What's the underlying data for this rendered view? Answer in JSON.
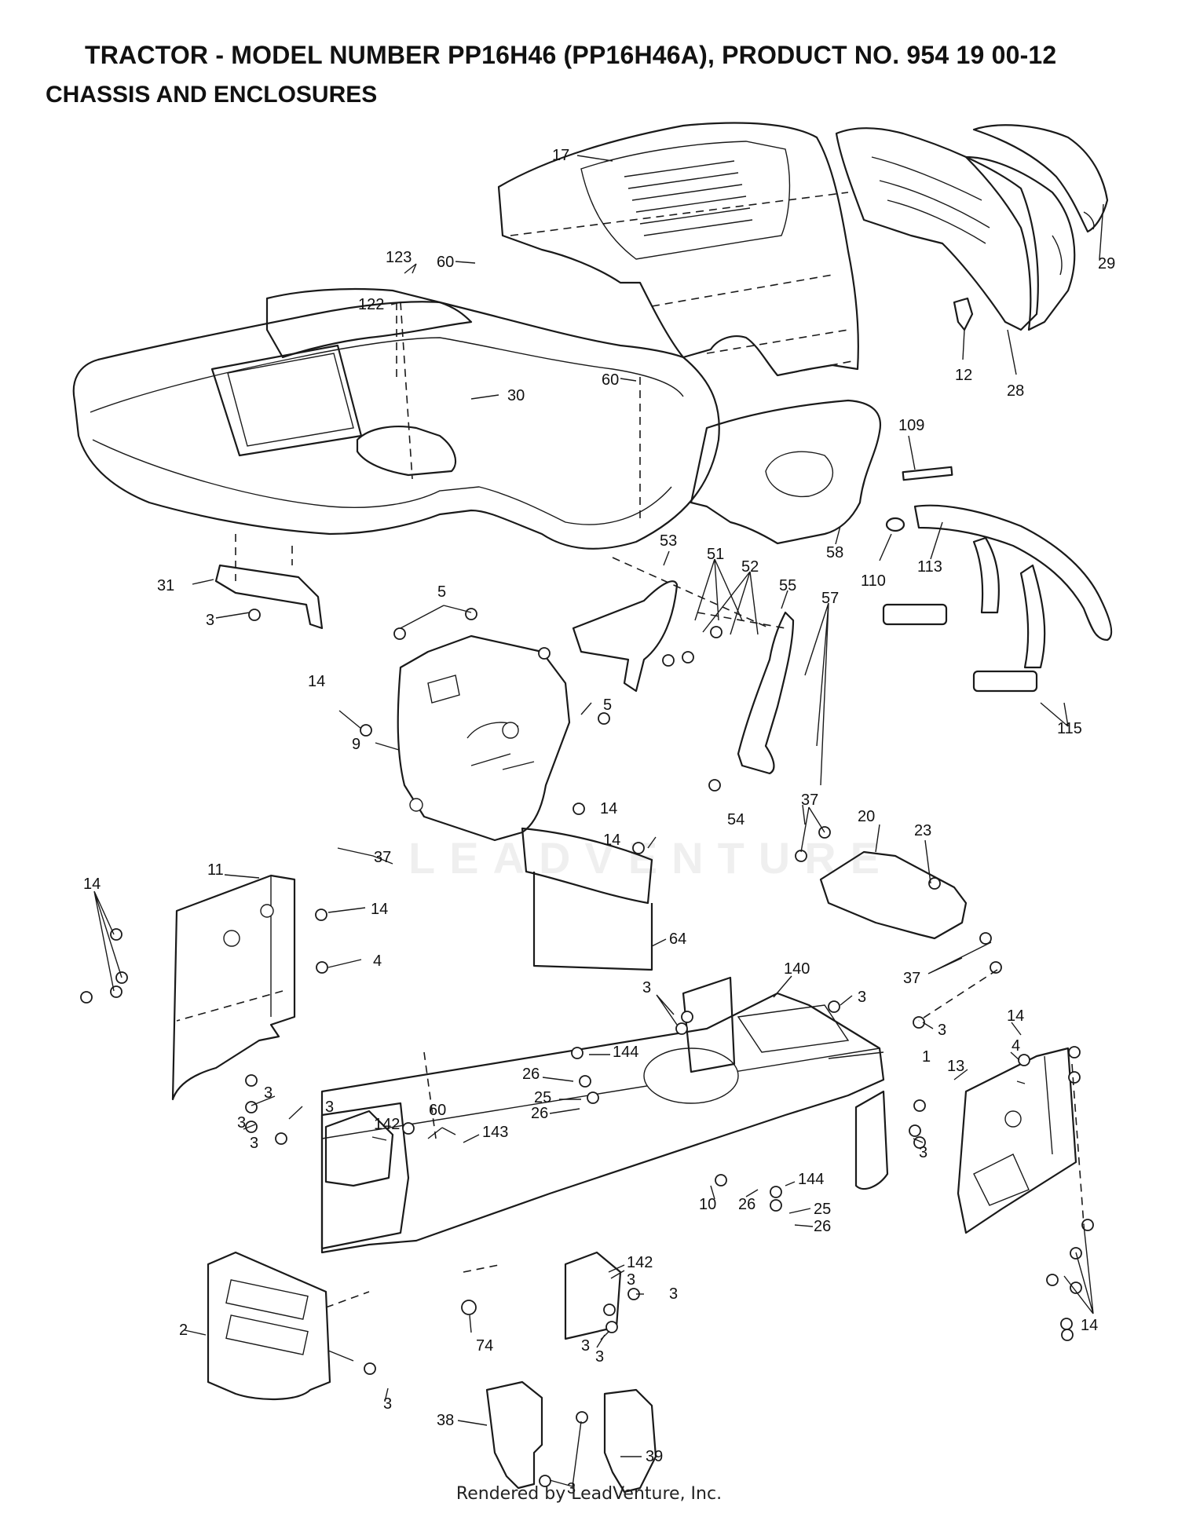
{
  "header": {
    "title": "TRACTOR - MODEL NUMBER PP16H46 (PP16H46A), PRODUCT NO. 954 19 00-12",
    "subtitle": "CHASSIS AND ENCLOSURES"
  },
  "footer": {
    "credit": "Rendered by LeadVenture, Inc."
  },
  "watermark": {
    "text": "LEADVENTURE"
  },
  "callouts": [
    {
      "id": "c17",
      "label": "17"
    },
    {
      "id": "c29",
      "label": "29"
    },
    {
      "id": "c123",
      "label": "123"
    },
    {
      "id": "c60a",
      "label": "60"
    },
    {
      "id": "c122",
      "label": "122"
    },
    {
      "id": "c12",
      "label": "12"
    },
    {
      "id": "c28",
      "label": "28"
    },
    {
      "id": "c60b",
      "label": "60"
    },
    {
      "id": "c30",
      "label": "30"
    },
    {
      "id": "c109",
      "label": "109"
    },
    {
      "id": "c53",
      "label": "53"
    },
    {
      "id": "c51",
      "label": "51"
    },
    {
      "id": "c52",
      "label": "52"
    },
    {
      "id": "c55",
      "label": "55"
    },
    {
      "id": "c57",
      "label": "57"
    },
    {
      "id": "c58",
      "label": "58"
    },
    {
      "id": "c110",
      "label": "110"
    },
    {
      "id": "c113",
      "label": "113"
    },
    {
      "id": "c31",
      "label": "31"
    },
    {
      "id": "c5a",
      "label": "5"
    },
    {
      "id": "c3a",
      "label": "3"
    },
    {
      "id": "c14a",
      "label": "14"
    },
    {
      "id": "c5b",
      "label": "5"
    },
    {
      "id": "c9",
      "label": "9"
    },
    {
      "id": "c115",
      "label": "115"
    },
    {
      "id": "c54",
      "label": "54"
    },
    {
      "id": "c14b",
      "label": "14"
    },
    {
      "id": "c37a",
      "label": "37"
    },
    {
      "id": "c20",
      "label": "20"
    },
    {
      "id": "c23",
      "label": "23"
    },
    {
      "id": "c14c",
      "label": "14"
    },
    {
      "id": "c37b",
      "label": "37"
    },
    {
      "id": "c11",
      "label": "11"
    },
    {
      "id": "c14d",
      "label": "14"
    },
    {
      "id": "c14e",
      "label": "14"
    },
    {
      "id": "c4a",
      "label": "4"
    },
    {
      "id": "c64",
      "label": "64"
    },
    {
      "id": "c3b",
      "label": "3"
    },
    {
      "id": "c140",
      "label": "140"
    },
    {
      "id": "c3c",
      "label": "3"
    },
    {
      "id": "c37c",
      "label": "37"
    },
    {
      "id": "c14f",
      "label": "14"
    },
    {
      "id": "c3d",
      "label": "3"
    },
    {
      "id": "c4b",
      "label": "4"
    },
    {
      "id": "c144a",
      "label": "144"
    },
    {
      "id": "c26a",
      "label": "26"
    },
    {
      "id": "c1",
      "label": "1"
    },
    {
      "id": "c13",
      "label": "13"
    },
    {
      "id": "c25a",
      "label": "25"
    },
    {
      "id": "c26b",
      "label": "26"
    },
    {
      "id": "c3e",
      "label": "3"
    },
    {
      "id": "c3f",
      "label": "3"
    },
    {
      "id": "c60c",
      "label": "60"
    },
    {
      "id": "c142a",
      "label": "142"
    },
    {
      "id": "c3g",
      "label": "3"
    },
    {
      "id": "c3h",
      "label": "3"
    },
    {
      "id": "c143",
      "label": "143"
    },
    {
      "id": "c3i",
      "label": "3"
    },
    {
      "id": "c144b",
      "label": "144"
    },
    {
      "id": "c10",
      "label": "10"
    },
    {
      "id": "c26c",
      "label": "26"
    },
    {
      "id": "c25b",
      "label": "25"
    },
    {
      "id": "c26d",
      "label": "26"
    },
    {
      "id": "c142b",
      "label": "142"
    },
    {
      "id": "c3j",
      "label": "3"
    },
    {
      "id": "c2",
      "label": "2"
    },
    {
      "id": "c3k",
      "label": "3"
    },
    {
      "id": "c3l",
      "label": "3"
    },
    {
      "id": "c3m",
      "label": "3"
    },
    {
      "id": "c74",
      "label": "74"
    },
    {
      "id": "c14g",
      "label": "14"
    },
    {
      "id": "c3n",
      "label": "3"
    },
    {
      "id": "c38",
      "label": "38"
    },
    {
      "id": "c39",
      "label": "39"
    },
    {
      "id": "c3o",
      "label": "3"
    }
  ]
}
